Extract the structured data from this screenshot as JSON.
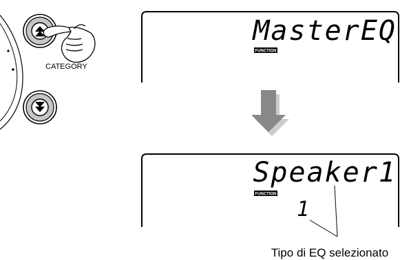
{
  "panel": {
    "category_label": "CATEGORY",
    "up_button_icon": "double-chevron-up-icon",
    "down_button_icon": "double-chevron-down-icon",
    "hand_icon": "pointing-hand-icon"
  },
  "display_top": {
    "main_text": "MasterEQ",
    "badge": "FUNCTION"
  },
  "transition": {
    "arrow_icon": "down-arrow-icon"
  },
  "display_bottom": {
    "main_text": "Speaker1",
    "badge": "FUNCTION",
    "value_text": "1"
  },
  "callout": {
    "text": "Tipo di EQ selezionato"
  },
  "colors": {
    "button_fill": "#c6c6c6",
    "arrow_fill": "#888888",
    "arrow_shadow": "#cccccc",
    "badge_fill": "#000000"
  }
}
